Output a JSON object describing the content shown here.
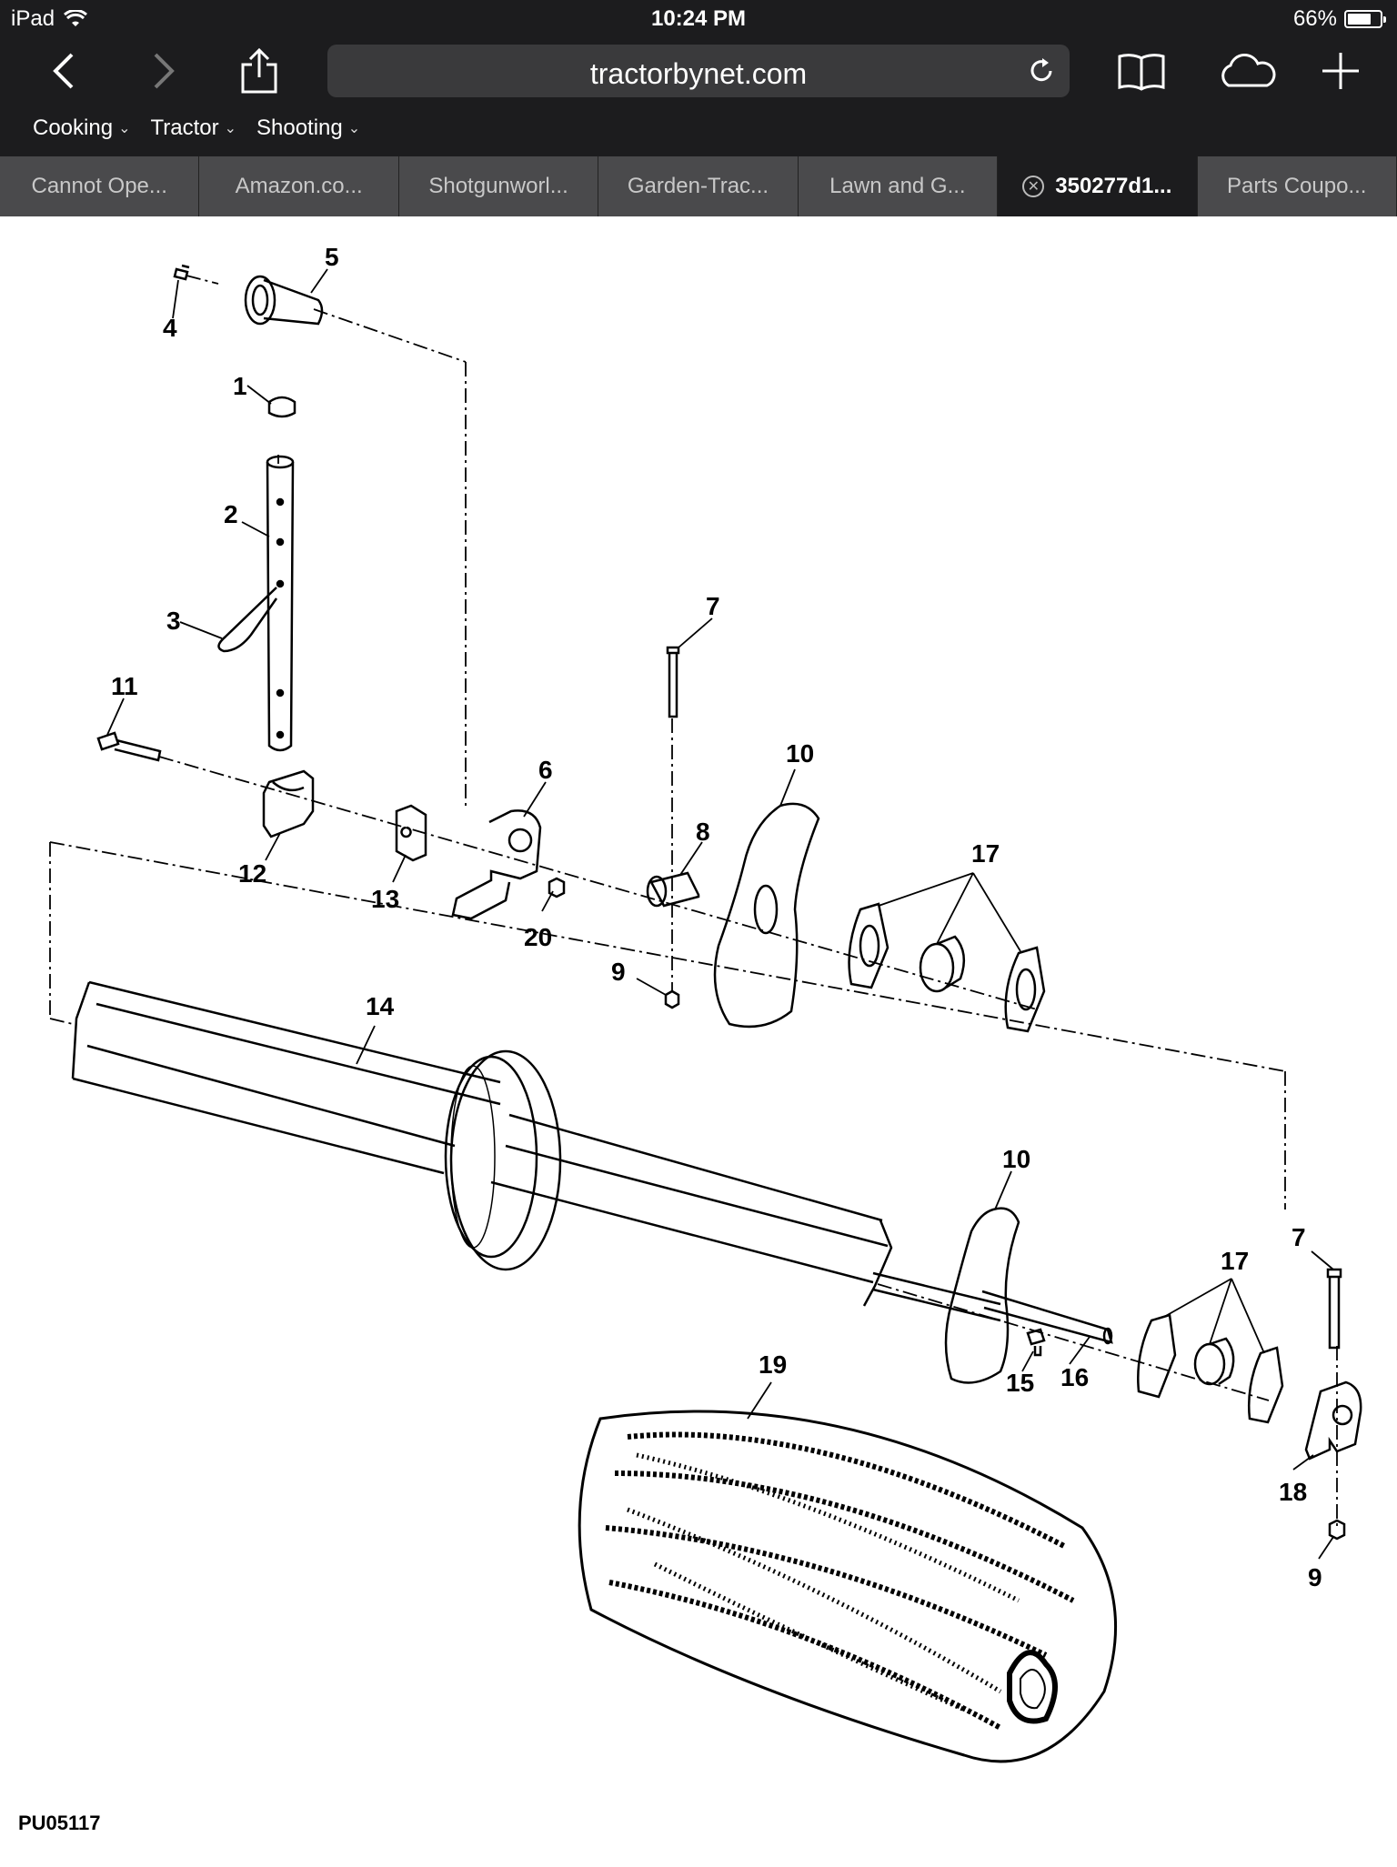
{
  "status": {
    "device": "iPad",
    "time": "10:24 PM",
    "battery": "66%"
  },
  "toolbar": {
    "url": "tractorbynet.com"
  },
  "bookmarks": [
    {
      "label": "Cooking"
    },
    {
      "label": "Tractor"
    },
    {
      "label": "Shooting"
    }
  ],
  "tabs": [
    {
      "label": "Cannot Ope..."
    },
    {
      "label": "Amazon.co..."
    },
    {
      "label": "Shotgunworl..."
    },
    {
      "label": "Garden-Trac..."
    },
    {
      "label": "Lawn and G..."
    },
    {
      "label": "350277d1..."
    },
    {
      "label": "Parts Coupo..."
    }
  ],
  "diagram": {
    "callouts": [
      "5",
      "4",
      "1",
      "2",
      "3",
      "7",
      "11",
      "6",
      "10",
      "8",
      "17",
      "12",
      "13",
      "20",
      "9",
      "14",
      "10",
      "7",
      "17",
      "15",
      "16",
      "19",
      "18",
      "9"
    ],
    "figure_id": "PU05117"
  },
  "colors": {
    "chrome": "#1c1c1e",
    "tab_bar": "#3a3a3c",
    "url_field": "#3a3a3c"
  }
}
